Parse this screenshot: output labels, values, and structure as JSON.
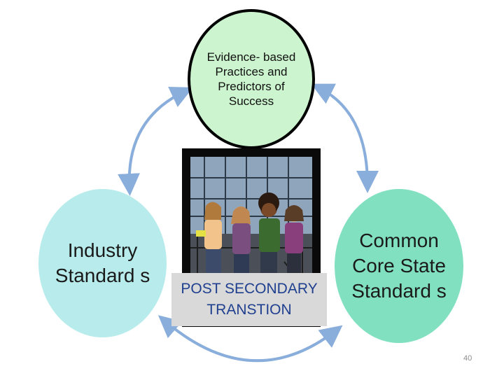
{
  "nodes": {
    "top": {
      "text": "Evidence- based Practices and Predictors of Success"
    },
    "left": {
      "text": "Industry Standard s"
    },
    "right": {
      "text": "Common Core State Standard s"
    }
  },
  "caption": {
    "line1": "POST SECONDARY",
    "line2": "TRANSTION"
  },
  "page_number": "40",
  "colors": {
    "top_fill": "#ccf5cf",
    "left_fill": "#b8ecec",
    "right_fill": "#80e0c0",
    "arrow": "#8aaedb",
    "caption_text": "#1f3f8f"
  }
}
